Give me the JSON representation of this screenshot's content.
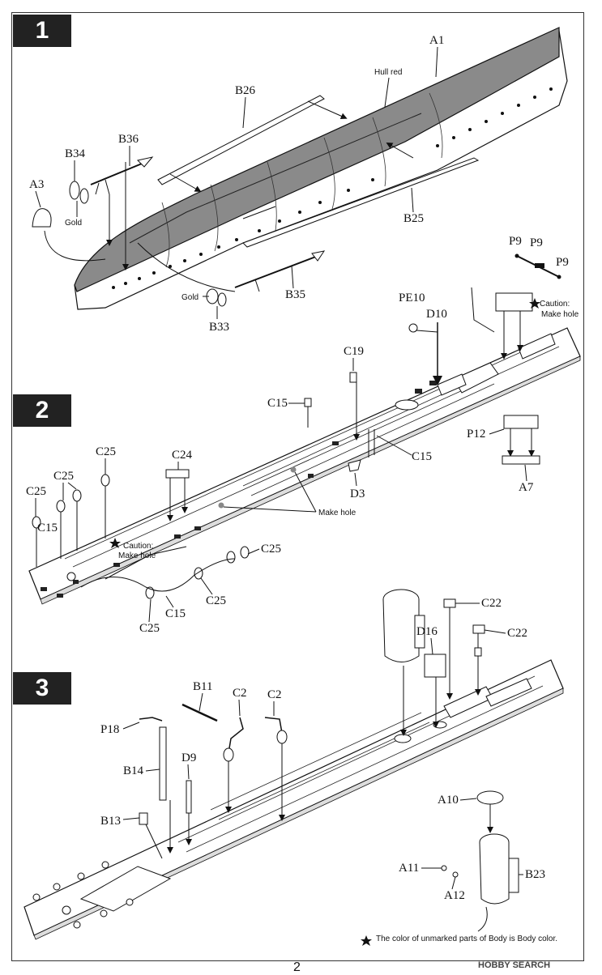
{
  "steps": [
    "1",
    "2",
    "3"
  ],
  "parts": {
    "A1": "A1",
    "A3": "A3",
    "A7": "A7",
    "A10": "A10",
    "A11": "A11",
    "A12": "A12",
    "B11": "B11",
    "B13": "B13",
    "B14": "B14",
    "B23": "B23",
    "B25": "B25",
    "B26": "B26",
    "B33": "B33",
    "B34": "B34",
    "B35": "B35",
    "B36": "B36",
    "C2": "C2",
    "C15": "C15",
    "C19": "C19",
    "C22": "C22",
    "C24": "C24",
    "C25": "C25",
    "D3": "D3",
    "D9": "D9",
    "D10": "D10",
    "D16": "D16",
    "P9": "P9",
    "P12": "P12",
    "P18": "P18",
    "PE10": "PE10"
  },
  "notes": {
    "hull_red": "Hull red",
    "gold": "Gold",
    "caution": "Caution:",
    "make_hole": "Make hole",
    "footer": "The color of unmarked parts of Body is Body color."
  },
  "colors": {
    "hull_red": "#7a7a7a",
    "step_box": "#222222"
  },
  "icons": [
    "star-icon",
    "propeller-icon",
    "shaft-icon"
  ],
  "page_number": "2",
  "watermark": "HOBBY SEARCH"
}
